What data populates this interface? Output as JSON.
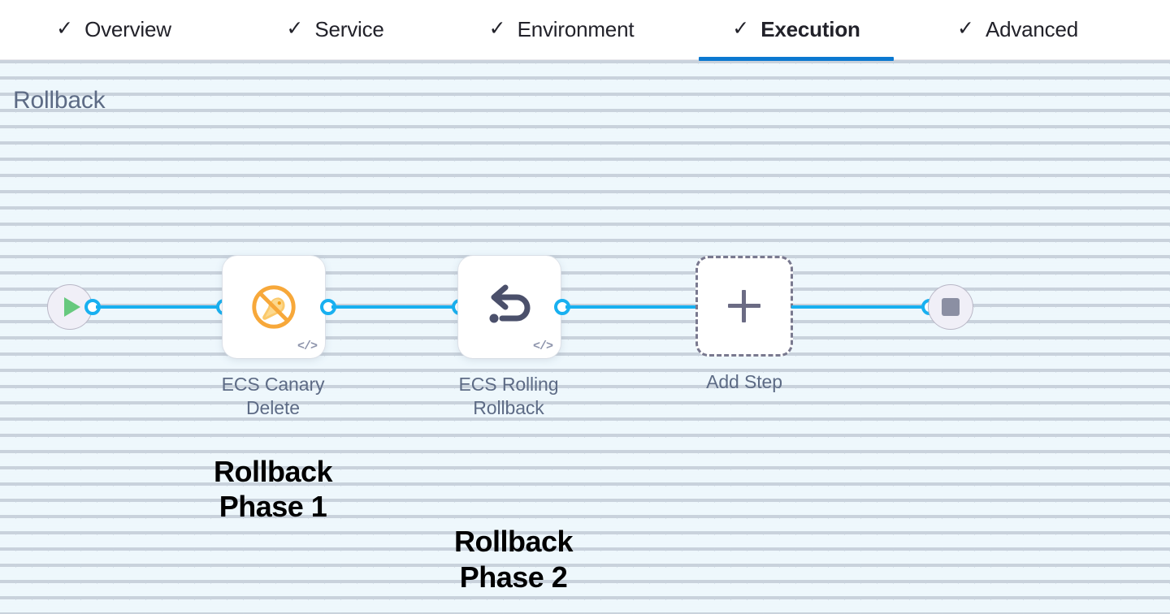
{
  "tabs": [
    {
      "id": "overview",
      "label": "Overview",
      "check": "✓",
      "checked": true,
      "active": false
    },
    {
      "id": "service",
      "label": "Service",
      "check": "✓",
      "checked": true,
      "active": false
    },
    {
      "id": "environment",
      "label": "Environment",
      "check": "✓",
      "checked": true,
      "active": false
    },
    {
      "id": "execution",
      "label": "Execution",
      "check": "✓",
      "checked": true,
      "active": true
    },
    {
      "id": "advanced",
      "label": "Advanced",
      "check": "✓",
      "checked": true,
      "active": false
    }
  ],
  "section": {
    "title": "Rollback"
  },
  "flow": {
    "start_node": {
      "icon": "play-icon"
    },
    "end_node": {
      "icon": "stop-icon"
    },
    "steps": [
      {
        "id": "ecs-canary-delete",
        "caption_line1": "ECS Canary",
        "caption_line2": "Delete",
        "icon": "ecs-canary-delete-icon",
        "badge": "</>"
      },
      {
        "id": "ecs-rolling-rollback",
        "caption_line1": "ECS Rolling",
        "caption_line2": "Rollback",
        "icon": "rollback-undo-icon",
        "badge": "</>"
      }
    ],
    "add_step": {
      "label": "Add Step",
      "icon": "plus-icon"
    }
  },
  "annotations": [
    {
      "id": "phase-1",
      "line1": "Rollback",
      "line2": "Phase 1"
    },
    {
      "id": "phase-2",
      "line1": "Rollback",
      "line2": "Phase 2"
    }
  ],
  "colors": {
    "accent_blue": "#0b78d0",
    "connector_blue": "#18b0f0",
    "title_gray": "#5d6b85",
    "canary_orange": "#f5a623",
    "play_green": "#67c97e",
    "stop_gray": "#8b8fa3"
  }
}
